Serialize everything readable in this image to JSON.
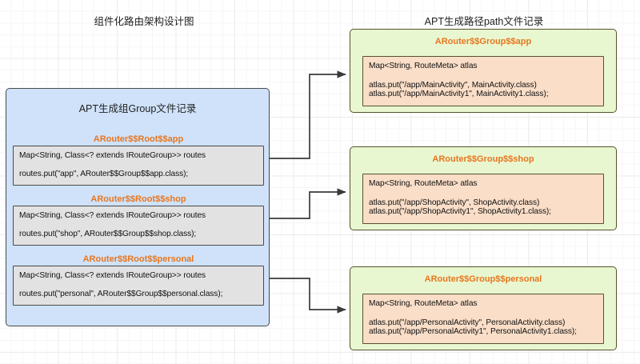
{
  "titles": {
    "left": "组件化路由架构设计图",
    "right": "APT生成路径path文件记录"
  },
  "colors": {
    "group_box_fill": "#cfe2fa",
    "path_box_fill": "#e9f7d0",
    "code_card_fill": "#e2e2e2",
    "atlas_card_fill": "#fadec8",
    "label_accent": "#e8761f",
    "border_dark": "#4a4a4a",
    "border_olive": "#56532e",
    "grid_line": "#ededed",
    "background": "#ffffff",
    "connector": "#3a3a3a"
  },
  "group_panel": {
    "title": "APT生成组Group文件记录",
    "entries": [
      {
        "label": "ARouter$$Root$$app",
        "declaration": "Map<String, Class<? extends IRouteGroup>> routes",
        "statement": "routes.put(\"app\", ARouter$$Group$$app.class);"
      },
      {
        "label": "ARouter$$Root$$shop",
        "declaration": "Map<String, Class<? extends IRouteGroup>> routes",
        "statement": "routes.put(\"shop\", ARouter$$Group$$shop.class);"
      },
      {
        "label": "ARouter$$Root$$personal",
        "declaration": "Map<String, Class<? extends IRouteGroup>> routes",
        "statement": "routes.put(\"personal\", ARouter$$Group$$personal.class);"
      }
    ]
  },
  "path_panel": {
    "entries": [
      {
        "label": "ARouter$$Group$$app",
        "declaration": "Map<String, RouteMeta> atlas",
        "statements": [
          "atlas.put(\"/app/MainActivity\", MainActivity.class)",
          "atlas.put(\"/app/MainActivity1\", MainActivity1.class);"
        ]
      },
      {
        "label": "ARouter$$Group$$shop",
        "declaration": "Map<String, RouteMeta> atlas",
        "statements": [
          "atlas.put(\"/app/ShopActivity\", ShopActivity.class)",
          "atlas.put(\"/app/ShopActivity1\", ShopActivity1.class);"
        ]
      },
      {
        "label": "ARouter$$Group$$personal",
        "declaration": "Map<String, RouteMeta> atlas",
        "statements": [
          "atlas.put(\"/app/PersonalActivity\", PersonalActivity.class)",
          "atlas.put(\"/app/PersonalActivity1\", PersonalActivity1.class);"
        ]
      }
    ]
  },
  "connectors": [
    {
      "name": "app-root-to-app-group",
      "from": "ARouter$$Root$$app",
      "to": "ARouter$$Group$$app"
    },
    {
      "name": "shop-root-to-shop-group",
      "from": "ARouter$$Root$$shop",
      "to": "ARouter$$Group$$shop"
    },
    {
      "name": "personal-root-to-personal-group",
      "from": "ARouter$$Root$$personal",
      "to": "ARouter$$Group$$personal"
    }
  ]
}
